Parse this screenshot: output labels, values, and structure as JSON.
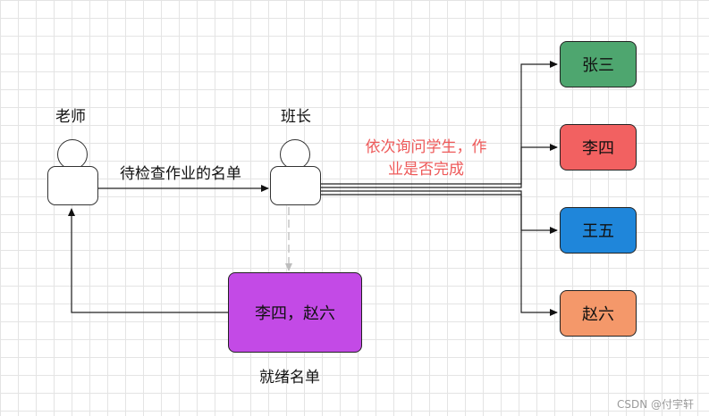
{
  "actors": {
    "teacher": {
      "label": "老师"
    },
    "monitor": {
      "label": "班长"
    }
  },
  "edges": {
    "pending_list_label": "待检查作业的名单",
    "inquiry_note_line1": "依次询问学生，作",
    "inquiry_note_line2": "业是否完成"
  },
  "ready_box": {
    "text": "李四，赵六",
    "caption": "就绪名单"
  },
  "students": [
    {
      "name": "张三"
    },
    {
      "name": "李四"
    },
    {
      "name": "王五"
    },
    {
      "name": "赵六"
    }
  ],
  "watermark": "CSDN @付宇轩",
  "colors": {
    "zhangsan": "#4ea66f",
    "lisi": "#f26161",
    "wangwu": "#1f86da",
    "zhaoliu": "#f4986a",
    "ready_box": "#c34ae6",
    "inquiry_note": "#ee5a5a",
    "dashed_line": "#b8b8b8"
  }
}
